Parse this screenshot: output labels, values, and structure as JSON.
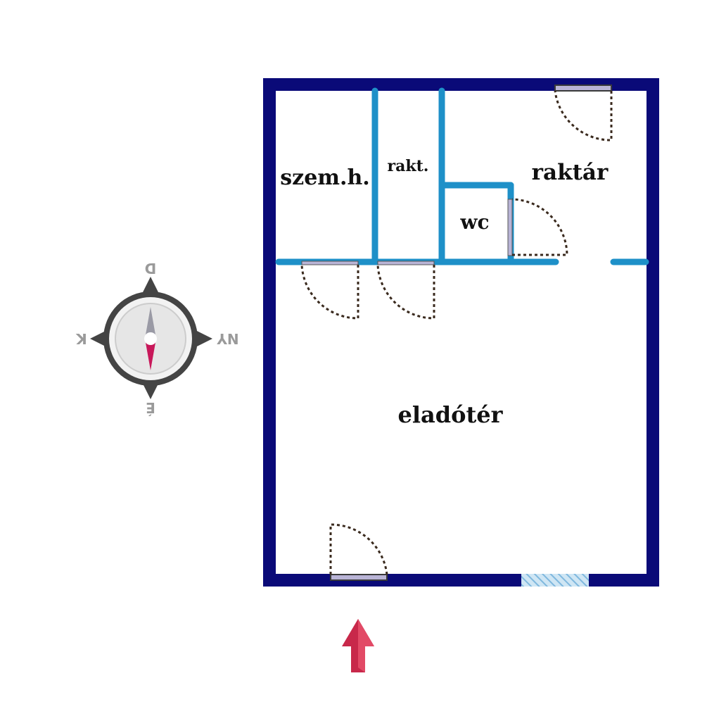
{
  "rooms": {
    "szemh": "szem.h.",
    "rakt": "rakt.",
    "raktar": "raktár",
    "wc": "wc",
    "eladoter": "eladótér"
  },
  "compass": {
    "top": "D",
    "bottom": "É",
    "left": "K",
    "right": "NY"
  },
  "colors": {
    "outer_wall": "#0a0a78",
    "inner_wall": "#1e90c8",
    "door_swing": "#3a2a1e",
    "door_frame": "#b9b4d6",
    "window": "#8ec5e6",
    "entrance_arrow": "#c8284a",
    "compass_dark": "#444444",
    "compass_needle_grey": "#9a9aa5",
    "compass_needle_red": "#c8185a"
  },
  "icons": {
    "compass": "compass-icon",
    "entrance": "entrance-arrow-icon"
  }
}
